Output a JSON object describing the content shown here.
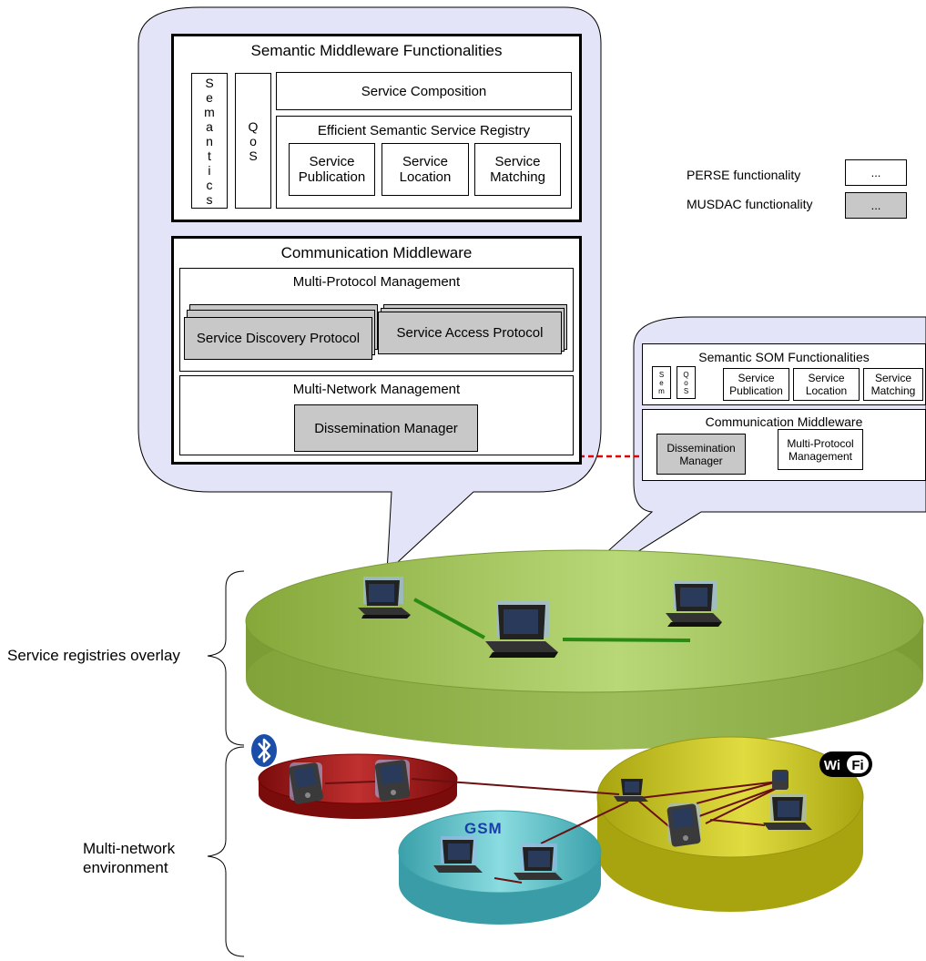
{
  "semantic_middleware": {
    "title": "Semantic Middleware Functionalities",
    "semantics_label": "S\ne\nm\na\nn\nt\ni\nc\ns",
    "qos_label": "Q\no\nS",
    "service_composition": "Service Composition",
    "registry_title": "Efficient Semantic Service Registry",
    "publication": "Service\nPublication",
    "location": "Service\nLocation",
    "matching": "Service\nMatching"
  },
  "communication_middleware": {
    "title": "Communication Middleware",
    "multi_protocol": "Multi-Protocol Management",
    "sdp": "Service Discovery Protocol",
    "sap": "Service Access Protocol",
    "multi_network": "Multi-Network Management",
    "dissemination": "Dissemination Manager"
  },
  "legend": {
    "perse_label": "PERSE functionality",
    "perse_box": "...",
    "musdac_label": "MUSDAC functionality",
    "musdac_box": "..."
  },
  "som": {
    "title": "Semantic SOM Functionalities",
    "sem": "S\ne\nm",
    "qos": "Q\no\nS",
    "publication": "Service\nPublication",
    "location": "Service\nLocation",
    "matching": "Service\nMatching",
    "comm_title": "Communication Middleware",
    "dissemination": "Dissemination\nManager",
    "multi_protocol": "Multi-Protocol\nManagement"
  },
  "side_labels": {
    "overlay": "Service registries overlay",
    "environment": "Multi-network\nenvironment"
  },
  "network_logos": {
    "wifi": "Wi Fi",
    "gsm": "GSM"
  },
  "colors": {
    "callout_fill": "#e4e4f8",
    "gray_box": "#c8c8c8",
    "overlay_disc": "#9cc24e",
    "bluetooth_disc": "#a01818",
    "gsm_disc": "#58bcc4",
    "wifi_disc": "#c8c414",
    "arrow": "#e00000"
  }
}
